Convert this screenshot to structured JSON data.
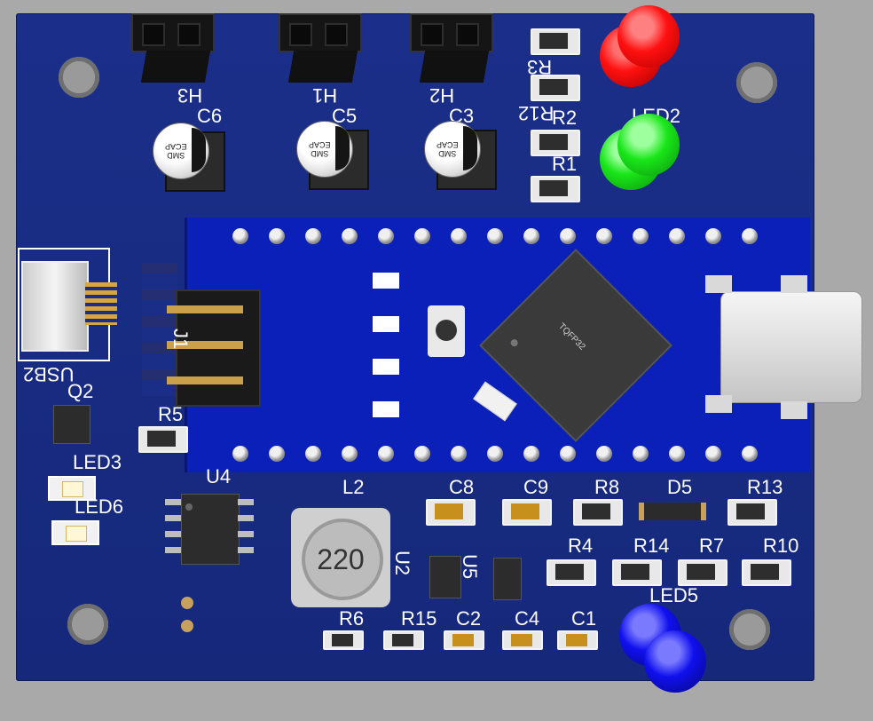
{
  "silkscreen": {
    "h3": "H3",
    "h1": "H1",
    "h2": "H2",
    "c6": "C6",
    "c5": "C5",
    "c3": "C3",
    "r3": "R3",
    "r12": "R12",
    "r2": "R2",
    "r1": "R1",
    "led2": "LED2",
    "usb2": "USB2",
    "j1": "J1",
    "q2": "Q2",
    "r5": "R5",
    "led3": "LED3",
    "led6": "LED6",
    "u4": "U4",
    "l2": "L2",
    "c8": "C8",
    "c9": "C9",
    "r8": "R8",
    "d5": "D5",
    "r13": "R13",
    "r4": "R4",
    "r14": "R14",
    "r7": "R7",
    "r10": "R10",
    "led5": "LED5",
    "u2": "U2",
    "u5": "U5",
    "r6": "R6",
    "r15": "R15",
    "c2": "C2",
    "c4": "C4",
    "c1": "C1"
  },
  "component_text": {
    "cap_marking": "SMD\nECAP",
    "inductor_value": "220",
    "mcu_package": "TQFP32"
  },
  "colors": {
    "board": "#1b2f8a",
    "module": "#0b1fb9",
    "led_red": "#ff1010",
    "led_green": "#19e619",
    "led_blue": "#1010ee"
  }
}
